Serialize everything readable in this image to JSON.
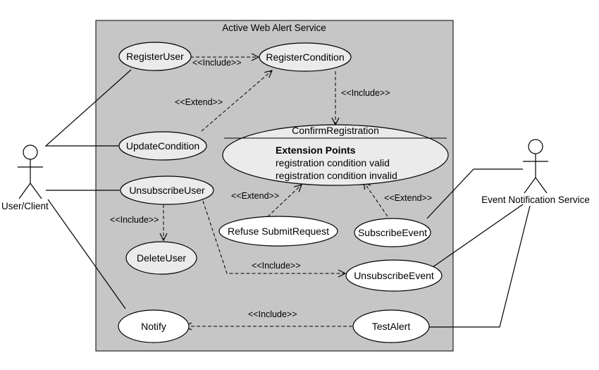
{
  "system": {
    "title": "Active Web Alert Service"
  },
  "actors": {
    "user_client": "User/Client",
    "event_notification_service": "Event Notification Service"
  },
  "use_cases": {
    "register_user": "RegisterUser",
    "register_condition": "RegisterCondition",
    "update_condition": "UpdateCondition",
    "confirm_registration": {
      "name": "ConfirmRegistration",
      "extension_points_heading": "Extension Points",
      "extension_points": [
        "registration condition valid",
        "registration condition invalid"
      ]
    },
    "unsubscribe_user": "UnsubscribeUser",
    "delete_user": "DeleteUser",
    "refuse_submit_request": "Refuse SubmitRequest",
    "subscribe_event": "SubscribeEvent",
    "unsubscribe_event": "UnsubscribeEvent",
    "notify": "Notify",
    "test_alert": "TestAlert"
  },
  "relationships": {
    "include": "<<Include>>",
    "extend": "<<Extend>>"
  },
  "colors": {
    "system_fill": "#c6c6c6",
    "use_case_fill_shaded": "#ebebeb",
    "use_case_fill_white": "#ffffff",
    "stroke": "#000000"
  }
}
